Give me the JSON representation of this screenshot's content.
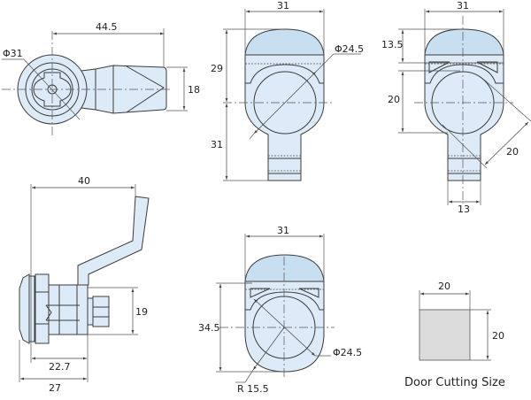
{
  "views": {
    "front_view": {
      "length": "44.5",
      "height": "18",
      "diameter": "Φ31"
    },
    "rear_view_a": {
      "width": "31",
      "upper_height": "29",
      "lower_height": "31",
      "hole_diameter": "Φ24.5"
    },
    "rear_view_b": {
      "width": "31",
      "top_offset": "13.5",
      "mid_height": "20",
      "diagonal": "20",
      "tail_width": "13"
    },
    "side_view": {
      "lever_length": "40",
      "body_height": "19",
      "body_length": "22.7",
      "total_length": "27"
    },
    "rear_view_c": {
      "width": "31",
      "height": "34.5",
      "hole_diameter": "Φ24.5",
      "radius": "R 15.5"
    },
    "door_cutting": {
      "width": "20",
      "height": "20",
      "title": "Door Cutting Size"
    }
  },
  "colors": {
    "part_fill": "#dcebf7",
    "cutout_fill": "#dcdcdc",
    "line": "#3c3c3c"
  }
}
